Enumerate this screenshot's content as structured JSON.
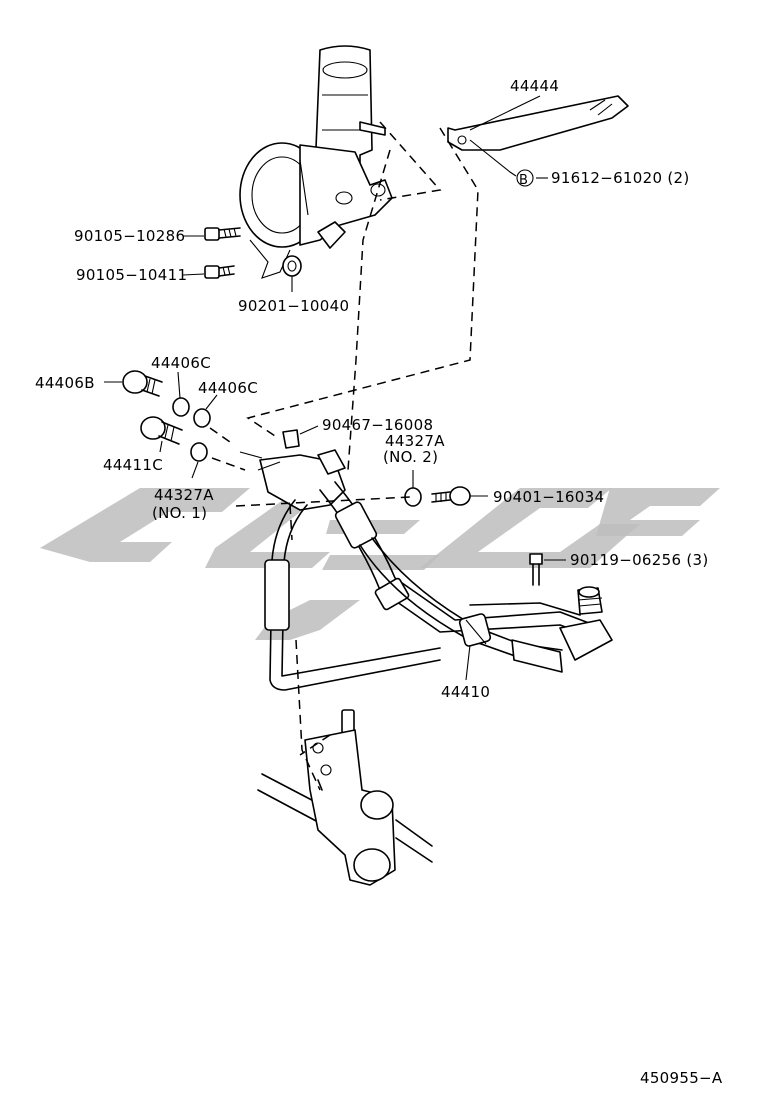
{
  "parts": {
    "p44444": "44444",
    "p91612": "91612−61020 (2)",
    "p91612_marker": "B",
    "p90105_10286": "90105−10286",
    "p90105_10411": "90105−10411",
    "p90201": "90201−10040",
    "p44406C_a": "44406C",
    "p44406C_b": "44406C",
    "p44406B": "44406B",
    "p90467": "90467−16008",
    "p44327A_2": "44327A",
    "p44327A_2_sub": "(NO. 2)",
    "p44411C": "44411C",
    "p44327A_1": "44327A",
    "p44327A_1_sub": "(NO. 1)",
    "p90401": "90401−16034",
    "p90119": "90119−06256 (3)",
    "p44410": "44410"
  },
  "figure_id": "450955−A",
  "colors": {
    "line": "#000000",
    "watermark": "#bdbdbd",
    "background": "#ffffff"
  },
  "icons": [
    "power-steering-pump-icon",
    "bracket-icon",
    "bolt-icon",
    "washer-icon",
    "union-bolt-icon",
    "clamp-icon",
    "hose-assembly-icon",
    "steering-gear-icon",
    "pressure-switch-icon",
    "watermark-logo-icon"
  ]
}
